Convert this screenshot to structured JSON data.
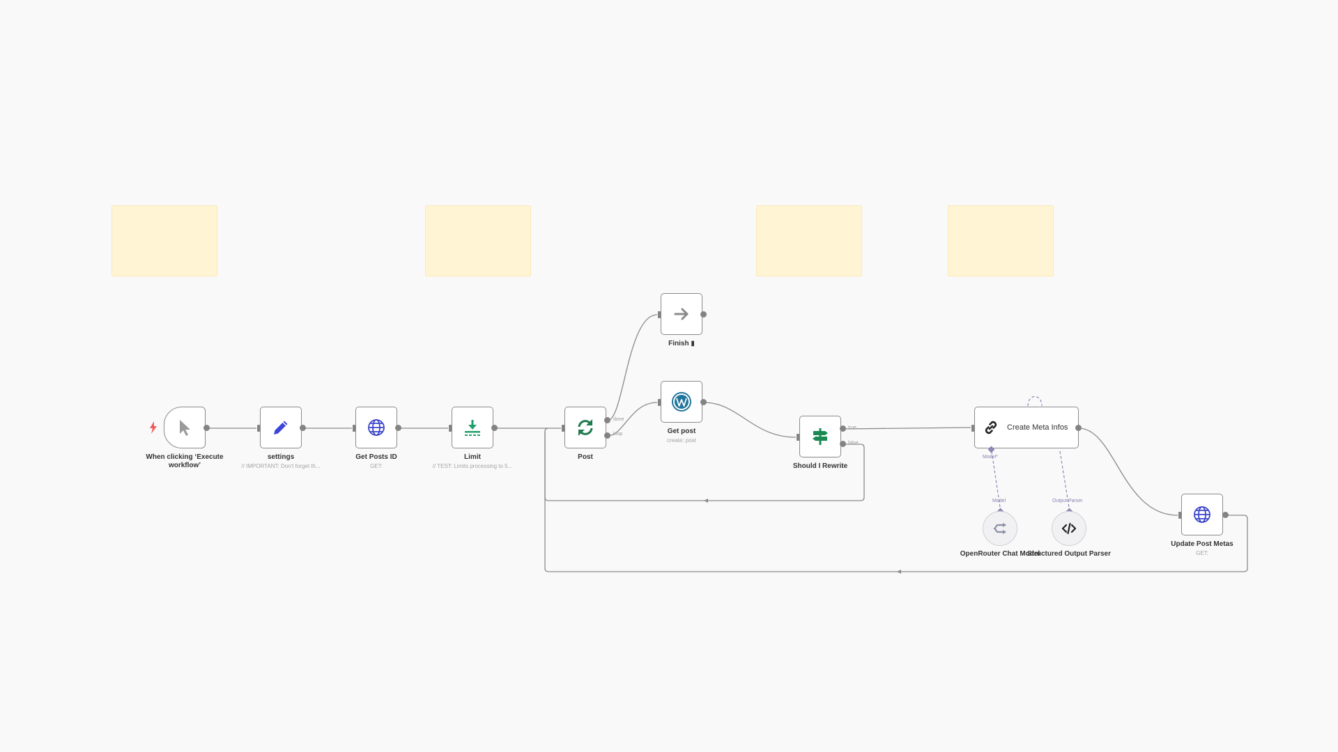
{
  "workflow": {
    "nodes": {
      "trigger": {
        "label": "When clicking ‘Execute workflow’",
        "icon": "cursor-icon"
      },
      "settings": {
        "label": "settings",
        "subtitle": "// IMPORTANT: Don't forget th...",
        "icon": "pencil-icon"
      },
      "get_posts_id": {
        "label": "Get Posts ID",
        "subtitle": "GET:",
        "icon": "globe-icon"
      },
      "limit": {
        "label": "Limit",
        "subtitle": "// TEST: Limits processing to 5...",
        "icon": "limit-icon"
      },
      "post": {
        "label": "Post",
        "icon": "loop-icon",
        "port_done": "done",
        "port_loop": "loop"
      },
      "finish": {
        "label": "Finish",
        "flag": "▮",
        "icon": "arrow-right-icon"
      },
      "get_post": {
        "label": "Get post",
        "subtitle": "create: post",
        "icon": "wordpress-icon"
      },
      "should_rewrite": {
        "label": "Should I Rewrite",
        "icon": "signpost-icon",
        "port_true": "true",
        "port_false": "false"
      },
      "create_meta": {
        "label": "Create Meta Infos",
        "icon": "link-icon",
        "port_model": "Model*"
      },
      "openrouter": {
        "label": "OpenRouter Chat Model",
        "port_label": "Model",
        "icon": "openrouter-icon"
      },
      "parser": {
        "label": "Structured Output Parser",
        "port_label": "Output Parser",
        "icon": "code-icon"
      },
      "update_meta": {
        "label": "Update Post Metas",
        "subtitle": "GET:",
        "icon": "globe-icon"
      }
    },
    "colors": {
      "edge": "#8a8a8a",
      "sticky": "#fff4d4",
      "trigger_bolt": "#ef5b5b",
      "pencil": "#3b45d8",
      "globe": "#3b45c9",
      "loop": "#1f7a4d",
      "limit": "#22a06b",
      "wordpress": "#21759b",
      "signpost": "#1a8a52",
      "ai_port": "#8e86b6"
    }
  }
}
